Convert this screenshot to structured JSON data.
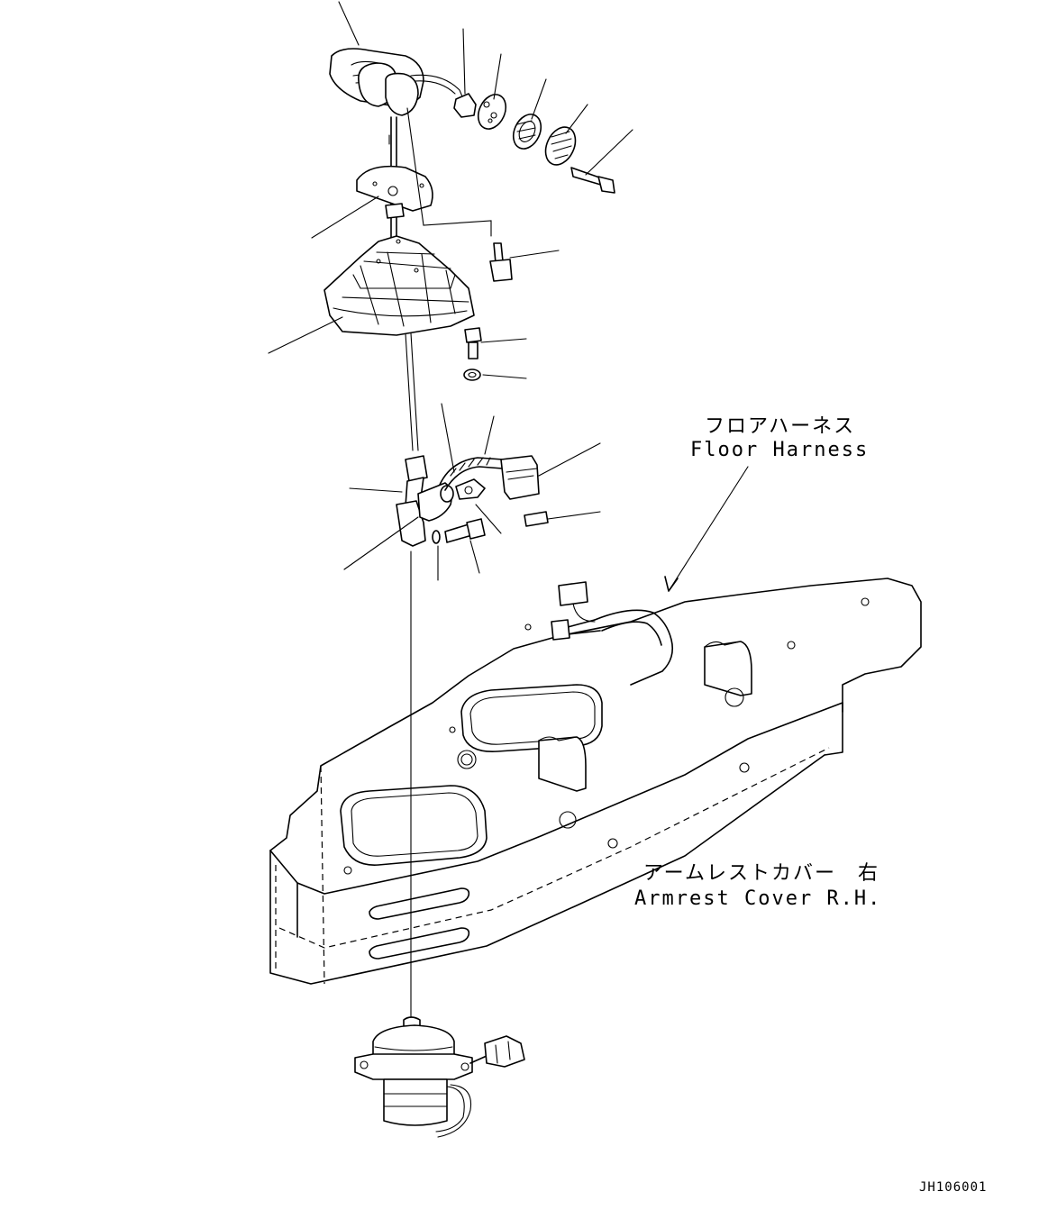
{
  "labels": {
    "floor_harness_jp": "フロアハーネス",
    "floor_harness_en": "Floor Harness",
    "armrest_cover_jp": "アームレストカバー　右",
    "armrest_cover_en": "Armrest Cover R.H."
  },
  "drawing_code": "JH106001"
}
